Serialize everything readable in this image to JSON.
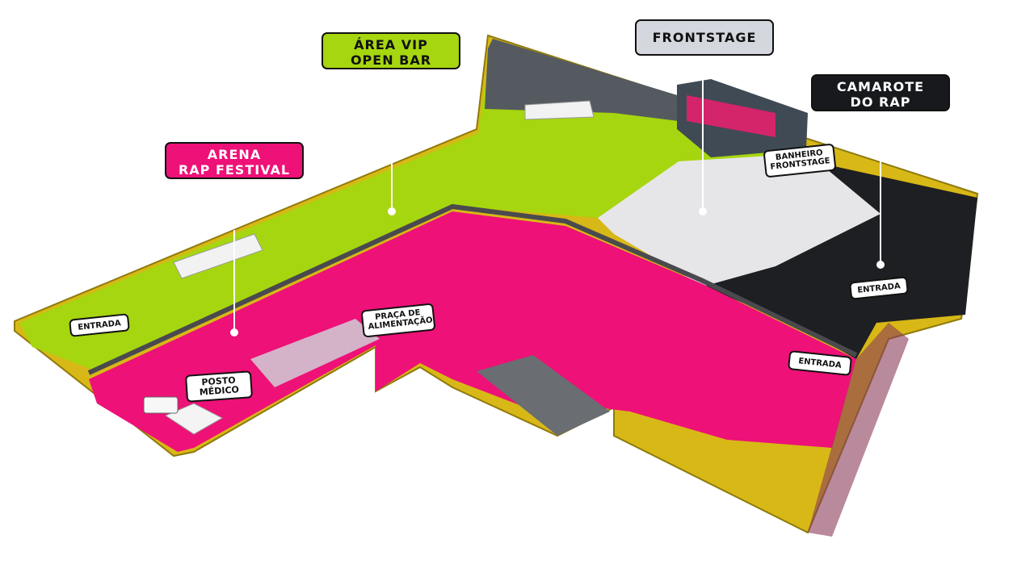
{
  "colors": {
    "arena": "#ee1177",
    "vip": "#a6d60f",
    "frontstage": "#e6e6e8",
    "camarote": "#1e1f22",
    "wall": "#e6c71a",
    "path": "#4a4a4e"
  },
  "zones": {
    "vip": {
      "line1": "ÁREA VIP",
      "line2": "OPEN BAR",
      "color": "#a6d60f"
    },
    "frontstage": {
      "line1": "FRONTSTAGE",
      "color": "#d4d7dd"
    },
    "camarote": {
      "line1": "CAMAROTE",
      "line2": "DO RAP",
      "color": "#17191d"
    },
    "arena": {
      "line1": "ARENA",
      "line2": "RAP FESTIVAL",
      "color": "#ee1177"
    }
  },
  "points": {
    "entrada_left": "ENTRADA",
    "banheiro": {
      "line1": "BANHEIRO",
      "line2": "FRONTSTAGE"
    },
    "entrada_camarote": "ENTRADA",
    "praca": {
      "line1": "PRAÇA DE",
      "line2": "ALIMENTAÇÃO"
    },
    "posto": {
      "line1": "POSTO",
      "line2": "MÉDICO"
    },
    "entrada_right": "ENTRADA"
  }
}
